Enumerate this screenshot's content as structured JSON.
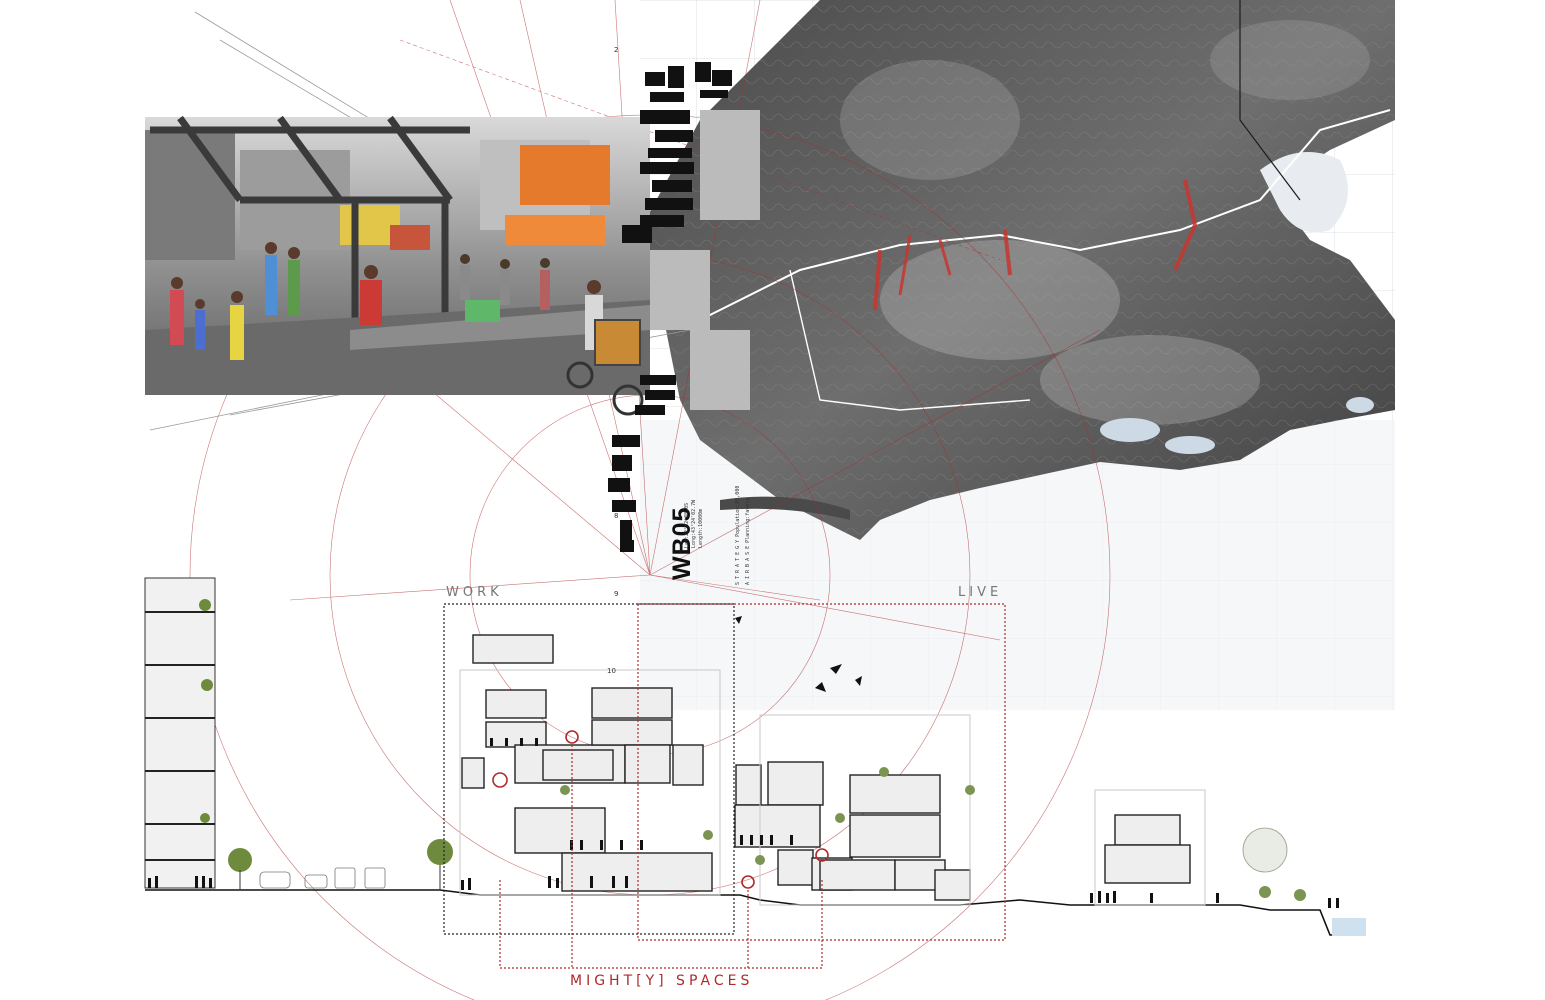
{
  "labels": {
    "work": "WORK",
    "live": "LIVE",
    "mighty_spaces": "MIGHT[Y] SPACES"
  },
  "station": {
    "code": "WB05",
    "meta_lines": [
      "Lat:22°52'38.0S",
      "Long:43°24'02.7W",
      "Length:10000m",
      "S T R A T E G Y  Population:85,000",
      "A I R  B A S E  Planning:favela"
    ]
  },
  "grid_numbers": [
    "2",
    "8",
    "9",
    "10"
  ],
  "colors": {
    "accent_red": "#b02a2a",
    "map_dark": "#3a3a3a",
    "grid_line": "#d7dbe0",
    "ink": "#111111"
  }
}
